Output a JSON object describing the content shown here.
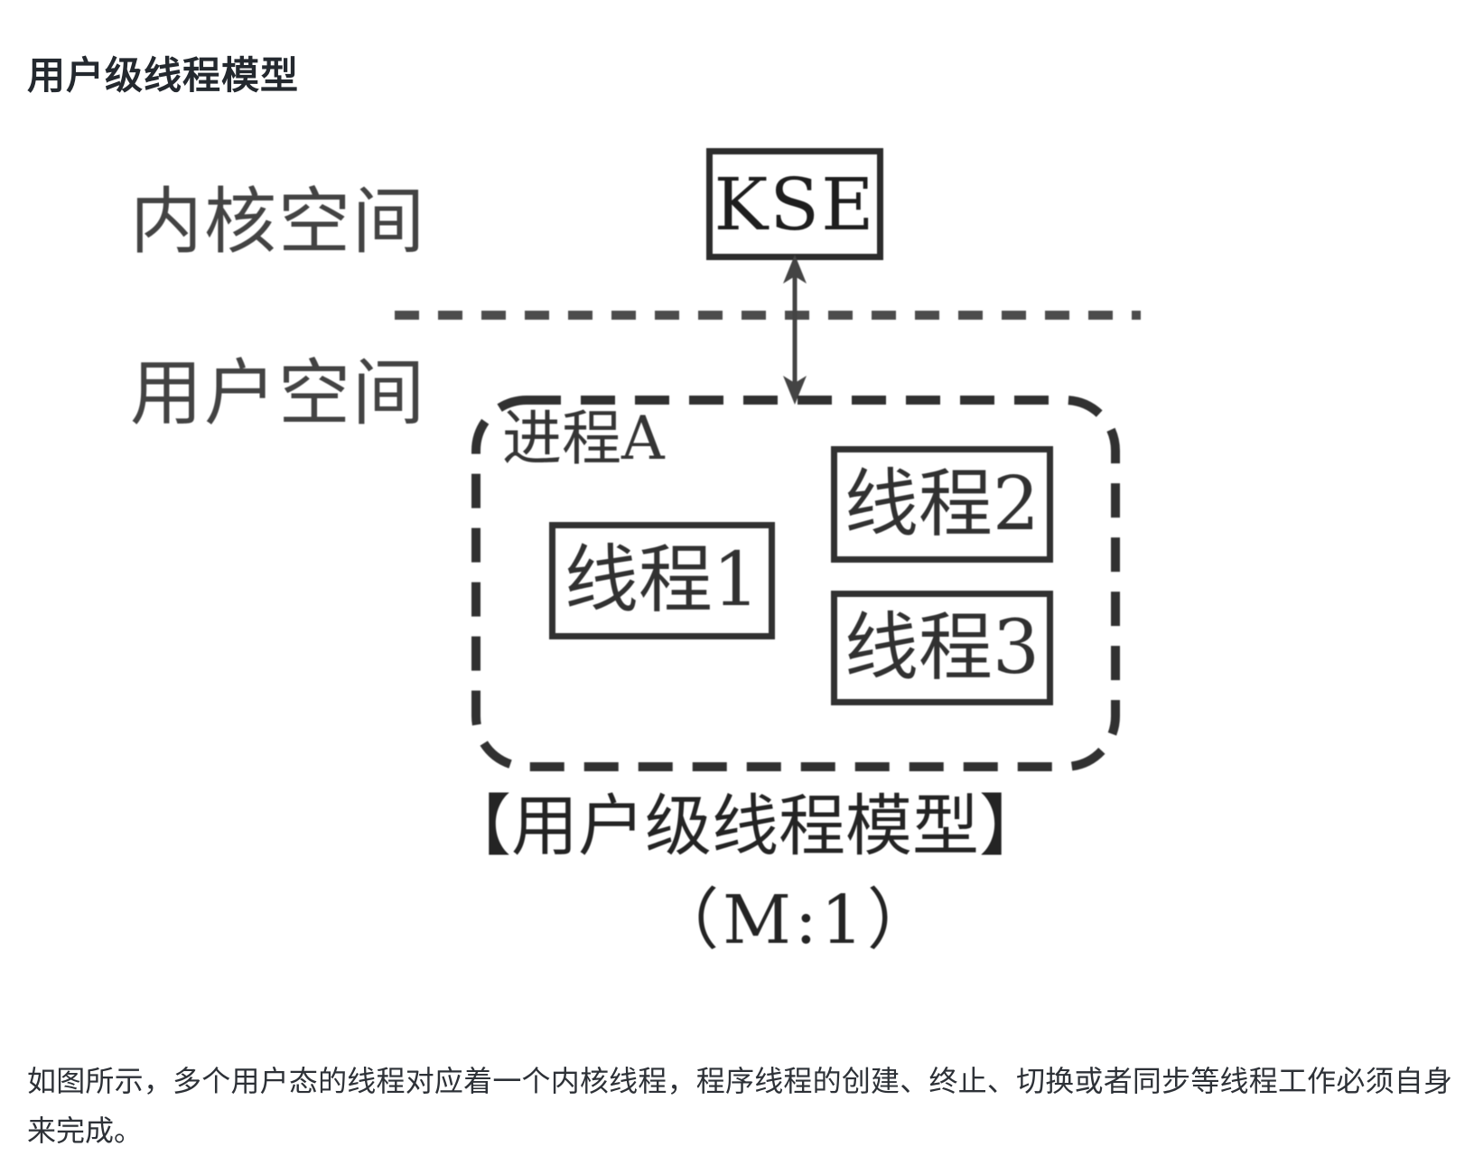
{
  "page": {
    "title": "用户级线程模型",
    "paragraph": "如图所示，多个用户态的线程对应着一个内核线程，程序线程的创建、终止、切换或者同步等线程工作必须自身来完成。"
  },
  "diagram": {
    "kernel_space_label": "内核空间",
    "user_space_label": "用户空间",
    "kse_label": "KSE",
    "process_label": "进程A",
    "threads": [
      "线程1",
      "线程2",
      "线程3"
    ],
    "caption_line1": "【用户级线程模型】",
    "caption_line2": "（M:1）",
    "ink_color": "#333333"
  }
}
